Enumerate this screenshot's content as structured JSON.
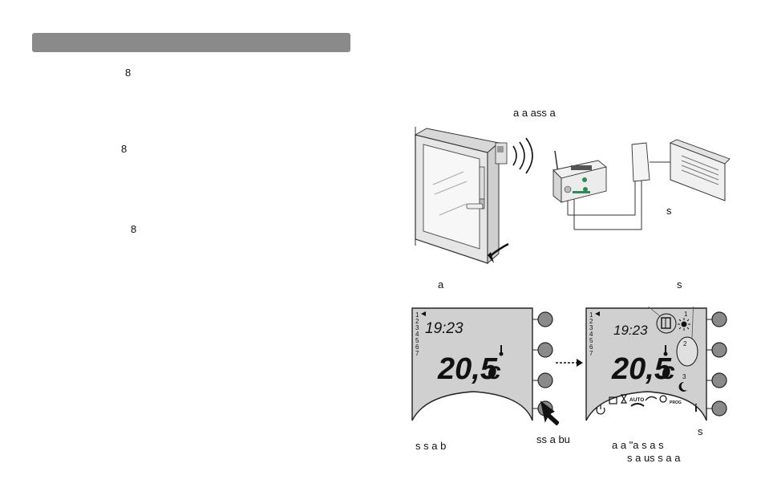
{
  "left_column": {
    "header_bar_text": "",
    "items": [
      {
        "text": "8"
      },
      {
        "text": "8"
      },
      {
        "text": "8"
      }
    ]
  },
  "top_figure": {
    "caption": "a          a   ass    a",
    "heater_label": "s"
  },
  "bottom_figure": {
    "left_caption": "a",
    "right_caption": "s",
    "arrow_button_label": "ss a bu",
    "left_bottom_caption": "s      s a    b",
    "right_info_label": "s",
    "right_bottom_line1": "a     a     \"a       s   a  s",
    "right_bottom_line2": "s a us                s a  a"
  },
  "display_left": {
    "time": "19:23",
    "temperature": "20,5",
    "unit": "c",
    "program_digits": [
      "1",
      "2",
      "3",
      "4",
      "5",
      "6",
      "7"
    ]
  },
  "display_right": {
    "time": "19:23",
    "temperature": "20,5",
    "unit": "c",
    "program_digits": [
      "1",
      "2",
      "3",
      "4",
      "5",
      "6",
      "7"
    ],
    "callout_numbers": [
      "1",
      "2",
      "3"
    ],
    "mode_labels": {
      "auto": "AUTO",
      "prog": "PROG"
    },
    "info_glyph": "i"
  }
}
